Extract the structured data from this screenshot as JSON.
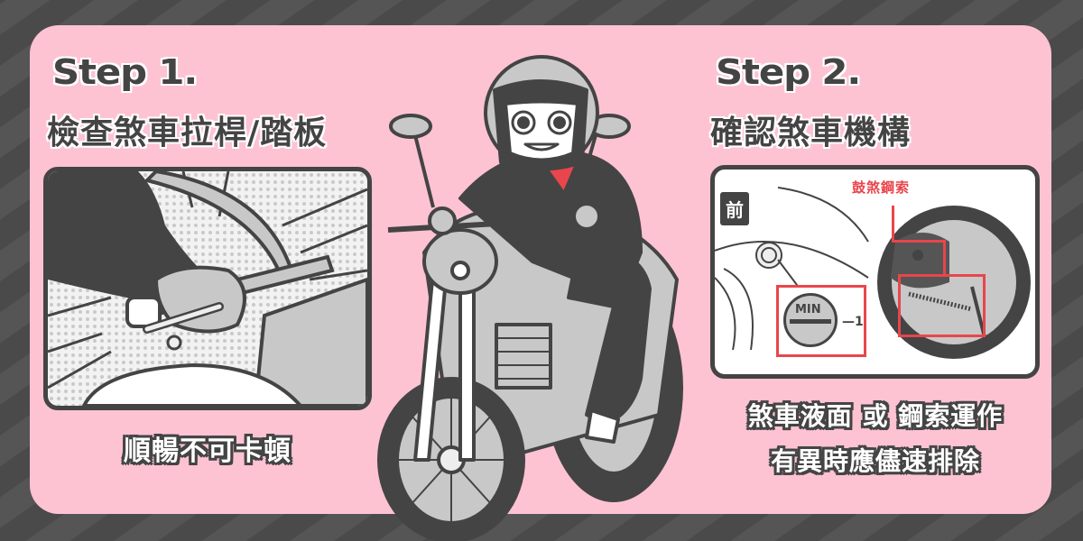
{
  "step1": {
    "number": "Step 1.",
    "title": "檢查煞車拉桿/踏板",
    "caption": "順暢不可卡頓",
    "illustration": "hand-on-brake-lever"
  },
  "step2": {
    "number": "Step 2.",
    "title": "確認煞車機構",
    "front_tag": "前",
    "min_label": "MIN",
    "callout_number": "1",
    "drum_label": "鼓煞鋼索",
    "caption_line1": "煞車液面 或 鋼索運作",
    "caption_line2": "有異時應儘速排除"
  },
  "center": {
    "illustration": "rider-on-motorcycle"
  },
  "colors": {
    "background": "#4a4a4a",
    "panel": "#fdc3d3",
    "text_dark": "#444444",
    "accent_red": "#e8464c",
    "gray_fill": "#c8c8c8"
  }
}
